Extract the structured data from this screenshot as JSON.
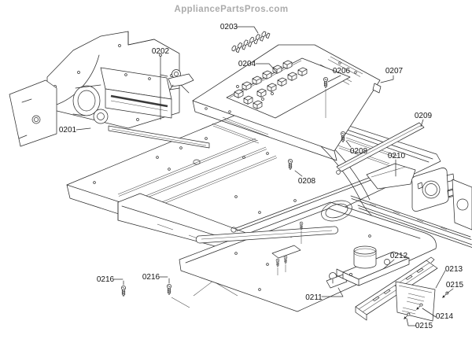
{
  "watermark": {
    "text": "AppliancePartsPros.com"
  },
  "colors": {
    "background": "#ffffff",
    "line": "#2e2e2e",
    "label_text": "#141414",
    "watermark_text": "#ababab"
  },
  "diagram": {
    "type": "exploded-parts-diagram",
    "subject": "range-control-chassis",
    "callouts": [
      {
        "part": "0201"
      },
      {
        "part": "0202"
      },
      {
        "part": "0203"
      },
      {
        "part": "0204"
      },
      {
        "part": "0206"
      },
      {
        "part": "0207"
      },
      {
        "part": "0208"
      },
      {
        "part": "0208"
      },
      {
        "part": "0209"
      },
      {
        "part": "0210"
      },
      {
        "part": "0211"
      },
      {
        "part": "0212"
      },
      {
        "part": "0213"
      },
      {
        "part": "0214"
      },
      {
        "part": "0215"
      },
      {
        "part": "0215"
      },
      {
        "part": "0216"
      },
      {
        "part": "0216"
      }
    ]
  }
}
